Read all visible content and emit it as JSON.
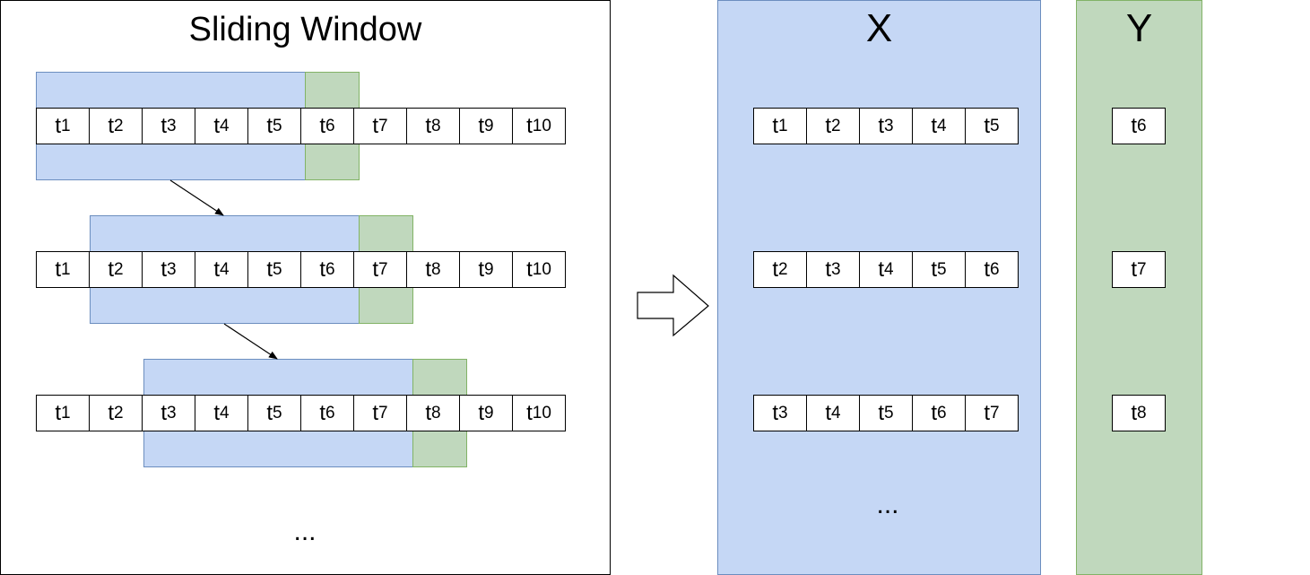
{
  "title": "Sliding Window",
  "x_label": "X",
  "y_label": "Y",
  "ellipsis": "...",
  "series_label": "t",
  "sequence": [
    "1",
    "2",
    "3",
    "4",
    "5",
    "6",
    "7",
    "8",
    "9",
    "10"
  ],
  "x_rows": [
    [
      "1",
      "2",
      "3",
      "4",
      "5"
    ],
    [
      "2",
      "3",
      "4",
      "5",
      "6"
    ],
    [
      "3",
      "4",
      "5",
      "6",
      "7"
    ]
  ],
  "y_rows": [
    [
      "6"
    ],
    [
      "7"
    ],
    [
      "8"
    ]
  ],
  "colors": {
    "blue": "#c5d7f5",
    "blue_border": "#6c8ebf",
    "green": "#c0d8bd",
    "green_border": "#82b366"
  }
}
